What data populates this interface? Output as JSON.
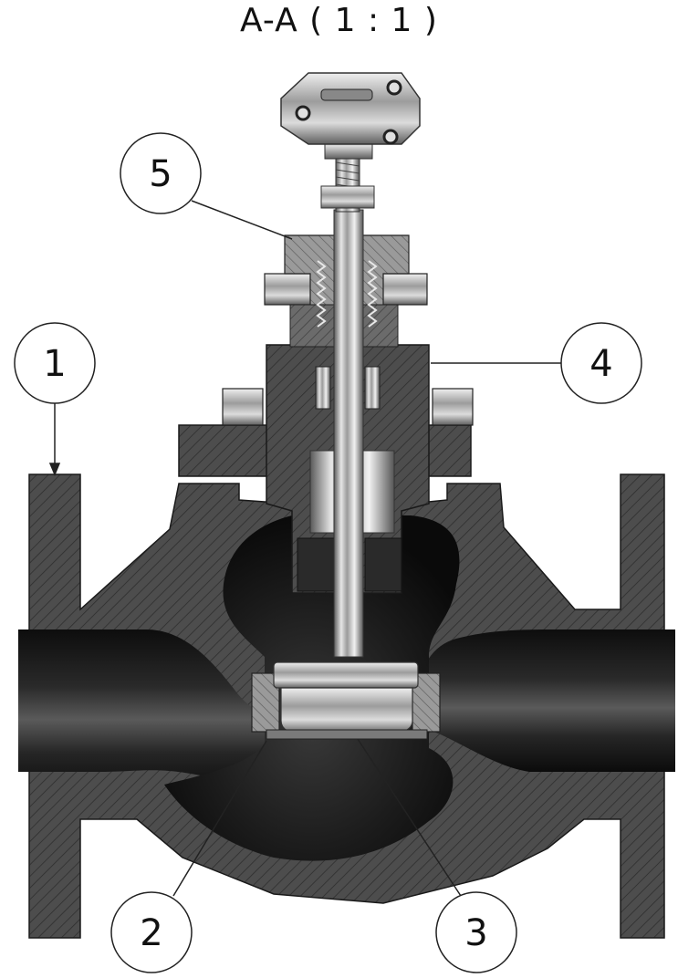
{
  "title": "A-A ( 1 : 1 )",
  "callouts": [
    {
      "id": "1",
      "label": "1"
    },
    {
      "id": "2",
      "label": "2"
    },
    {
      "id": "3",
      "label": "3"
    },
    {
      "id": "4",
      "label": "4"
    },
    {
      "id": "5",
      "label": "5"
    }
  ],
  "colors": {
    "body_metal": "#4a4a4a",
    "cavity_dark": "#161616",
    "hatch": "#2c2c2c",
    "chrome_light": "#d8d8d8",
    "chrome_dark": "#6a6a6a"
  }
}
